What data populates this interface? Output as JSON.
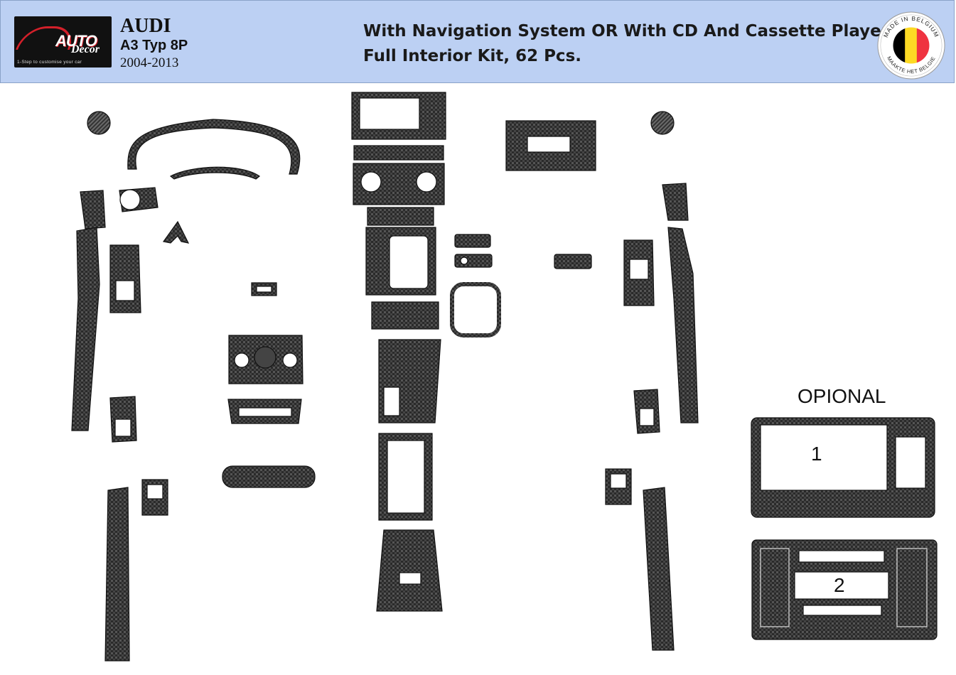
{
  "header": {
    "logo": {
      "brand_line1": "AUTO",
      "brand_line2": "Decor",
      "tagline": "1-Step to customise your car"
    },
    "make": "AUDI",
    "model": "A3 Typ 8P",
    "years": "2004-2013",
    "description_line1": "With Navigation System OR With CD And Cassette Player,",
    "description_line2": "Full Interior Kit, 62 Pcs.",
    "badge": {
      "top_text": "MADE IN BELGIUM",
      "bottom_text": "MAAKTE HET BELGIE",
      "flag_colors": [
        "#000000",
        "#fdda24",
        "#ef3340"
      ]
    }
  },
  "optional": {
    "title": "OPIONAL",
    "option1_label": "1",
    "option2_label": "2"
  },
  "colors": {
    "header_bg": "#bcd0f3",
    "carbon_dark": "#2b2b2b"
  }
}
